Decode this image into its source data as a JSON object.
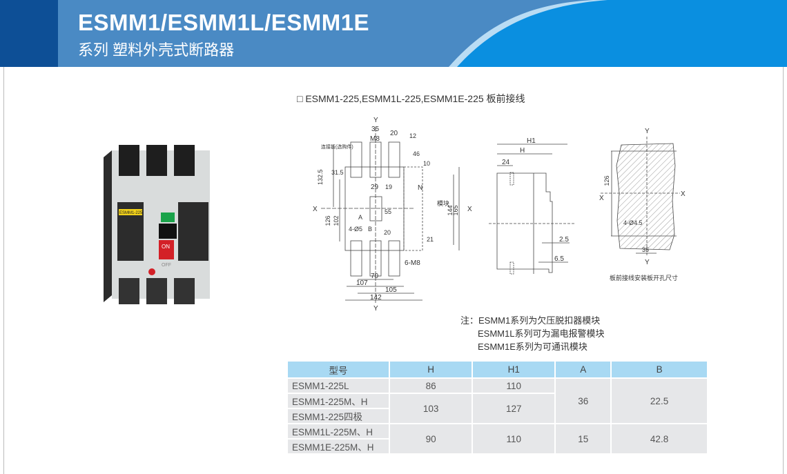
{
  "header": {
    "title": "ESMM1/ESMM1L/ESMM1E",
    "subtitle": "系列  塑料外壳式断路器"
  },
  "section_title": "□ ESMM1-225,ESMM1L-225,ESMM1E-225  板前接线",
  "front_view": {
    "labels": {
      "y_top": "Y",
      "y_bottom": "Y",
      "x_left": "X",
      "x_right": "X",
      "d35": "35",
      "m8": "M8",
      "d20": "20",
      "d12": "12",
      "d46": "46",
      "d10": "10",
      "d132_5": "132.5",
      "d31_5": "31.5",
      "d126": "126",
      "d102": "102",
      "d29": "29",
      "d19": "19",
      "d55": "55",
      "d20b": "20",
      "d144": "144",
      "d165": "165",
      "d21": "21",
      "n": "N",
      "a": "A",
      "b": "B",
      "holes": "4-Ø5",
      "screws": "6-M8",
      "d70": "70",
      "d107": "107",
      "d105": "105",
      "d142": "142",
      "accessory": "连接扳(选购件)",
      "module": "模块"
    }
  },
  "side_view": {
    "labels": {
      "h1": "H1",
      "h": "H",
      "d24": "24",
      "d2_5": "2.5",
      "d6_5": "6.5"
    }
  },
  "cutout_view": {
    "labels": {
      "y_top": "Y",
      "y_bottom": "Y",
      "x_left": "X",
      "x_right": "X",
      "d126": "126",
      "holes": "4-Ø4.5",
      "d35": "35"
    },
    "caption": "板前接线安装板开孔尺寸"
  },
  "notes": {
    "prefix": "注：",
    "lines": [
      "ESMM1系列为欠压脱扣器模块",
      "ESMM1L系列可为漏电报警模块",
      "ESMM1E系列为可通讯模块"
    ]
  },
  "table": {
    "headers": [
      "型号",
      "H",
      "H1",
      "A",
      "B"
    ],
    "rows": [
      {
        "model": "ESMM1-225L",
        "H": "86",
        "H1": "110"
      },
      {
        "model": "ESMM1-225M、H"
      },
      {
        "model": "ESMM1-225四极"
      },
      {
        "model": "ESMM1L-225M、H"
      },
      {
        "model": "ESMM1E-225M、H"
      }
    ],
    "merged": {
      "H_2_3": "103",
      "H1_2_3": "127",
      "A_1_3": "36",
      "B_1_3": "22.5",
      "H_4_5": "90",
      "H1_4_5": "110",
      "A_4_5": "15",
      "B_4_5": "42.8"
    }
  },
  "product": {
    "on_label": "ON",
    "off_label": "OFF",
    "model_tag": "ESMM1-225"
  },
  "colors": {
    "header_dark": "#0d4f96",
    "header_mid": "#4a8ac4",
    "header_bright": "#0a8fe0",
    "table_header": "#a8d9f3",
    "table_cell": "#e6e7e9"
  }
}
